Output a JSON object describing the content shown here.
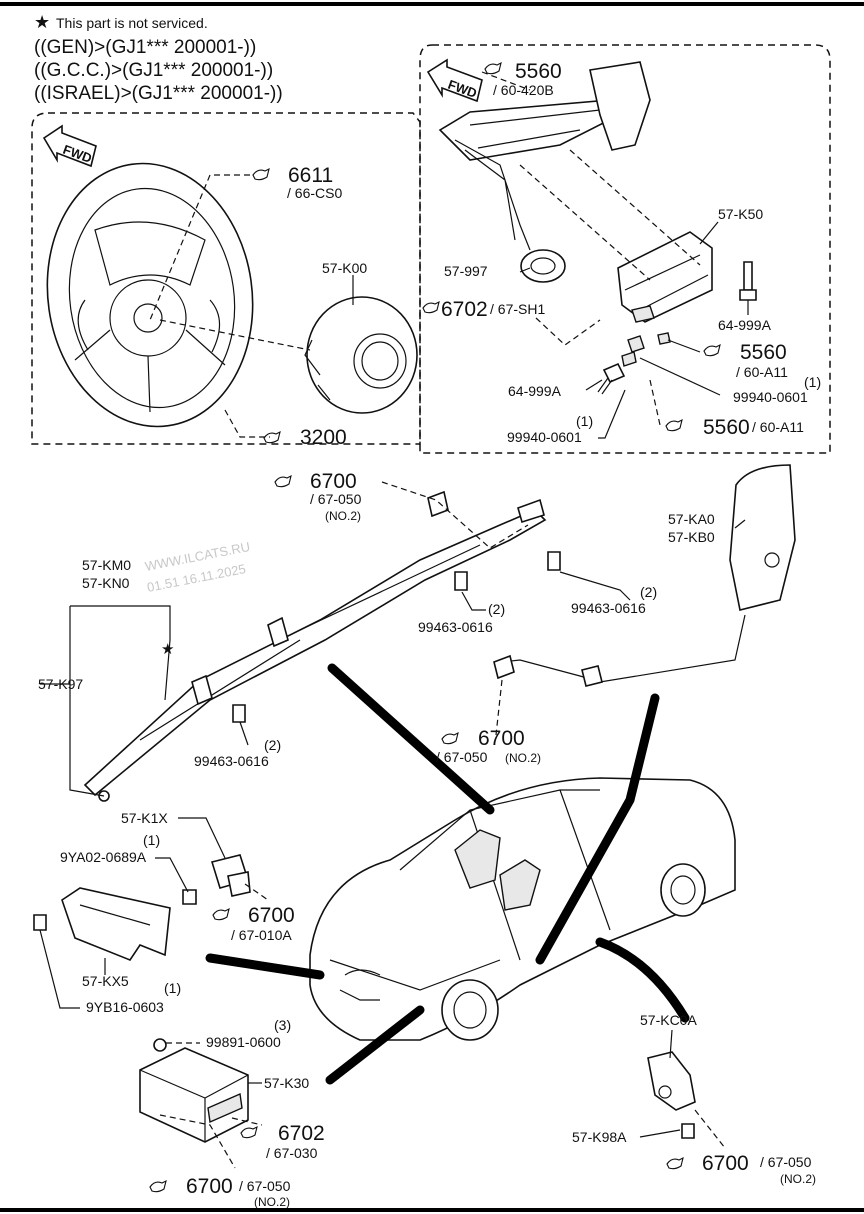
{
  "header": {
    "note": "This part is not serviced.",
    "lines": [
      "((GEN)>(GJ1*** 200001-))",
      "((G.C.C.)>(GJ1*** 200001-))",
      "((ISRAEL)>(GJ1*** 200001-))"
    ]
  },
  "watermark": [
    "WWW.ILCATS.RU",
    "01.51 16.11.2025"
  ],
  "fwd_label": "FWD",
  "labels": {
    "r6611": "6611",
    "r6611_sub": "/ 66-CS0",
    "k00": "57-K00",
    "r3200": "3200",
    "r5560a": "5560",
    "r5560a_sub": "/ 60-420B",
    "k50": "57-K50",
    "p997": "57-997",
    "r6702a": "6702",
    "r6702a_sub": "/ 67-SH1",
    "p999a_r": "64-999A",
    "r5560b": "5560",
    "r5560b_sub": "/ 60-A11",
    "q1a": "(1)",
    "p0601a": "99940-0601",
    "p999a_l": "64-999A",
    "q1b": "(1)",
    "p0601b": "99940-0601",
    "r5560c": "5560",
    "r5560c_sub": "/ 60-A11",
    "r6700a": "6700",
    "r6700a_sub": "/ 67-050",
    "r6700a_no": "(NO.2)",
    "ka0": "57-KA0",
    "kb0": "57-KB0",
    "km0": "57-KM0",
    "kn0": "57-KN0",
    "k97": "57-K97",
    "q2a": "(2)",
    "p0616a": "99463-0616",
    "q2b": "(2)",
    "p0616b": "99463-0616",
    "q2c": "(2)",
    "p0616c": "99463-0616",
    "r6700b": "6700",
    "r6700b_sub": "/ 67-050",
    "r6700b_no": "(NO.2)",
    "k1x": "57-K1X",
    "q1c": "(1)",
    "p0689": "9YA02-0689A",
    "r6700c": "6700",
    "r6700c_sub": "/ 67-010A",
    "kx5": "57-KX5",
    "q1d": "(1)",
    "p0603": "9YB16-0603",
    "q3": "(3)",
    "p0600": "99891-0600",
    "k30": "57-K30",
    "r6702b": "6702",
    "r6702b_sub": "/ 67-030",
    "r6700d": "6700",
    "r6700d_sub": "/ 67-050",
    "r6700d_no": "(NO.2)",
    "kc0a": "57-KC0A",
    "k98a": "57-K98A",
    "r6700e": "6700",
    "r6700e_sub": "/ 67-050",
    "r6700e_no": "(NO.2)"
  }
}
